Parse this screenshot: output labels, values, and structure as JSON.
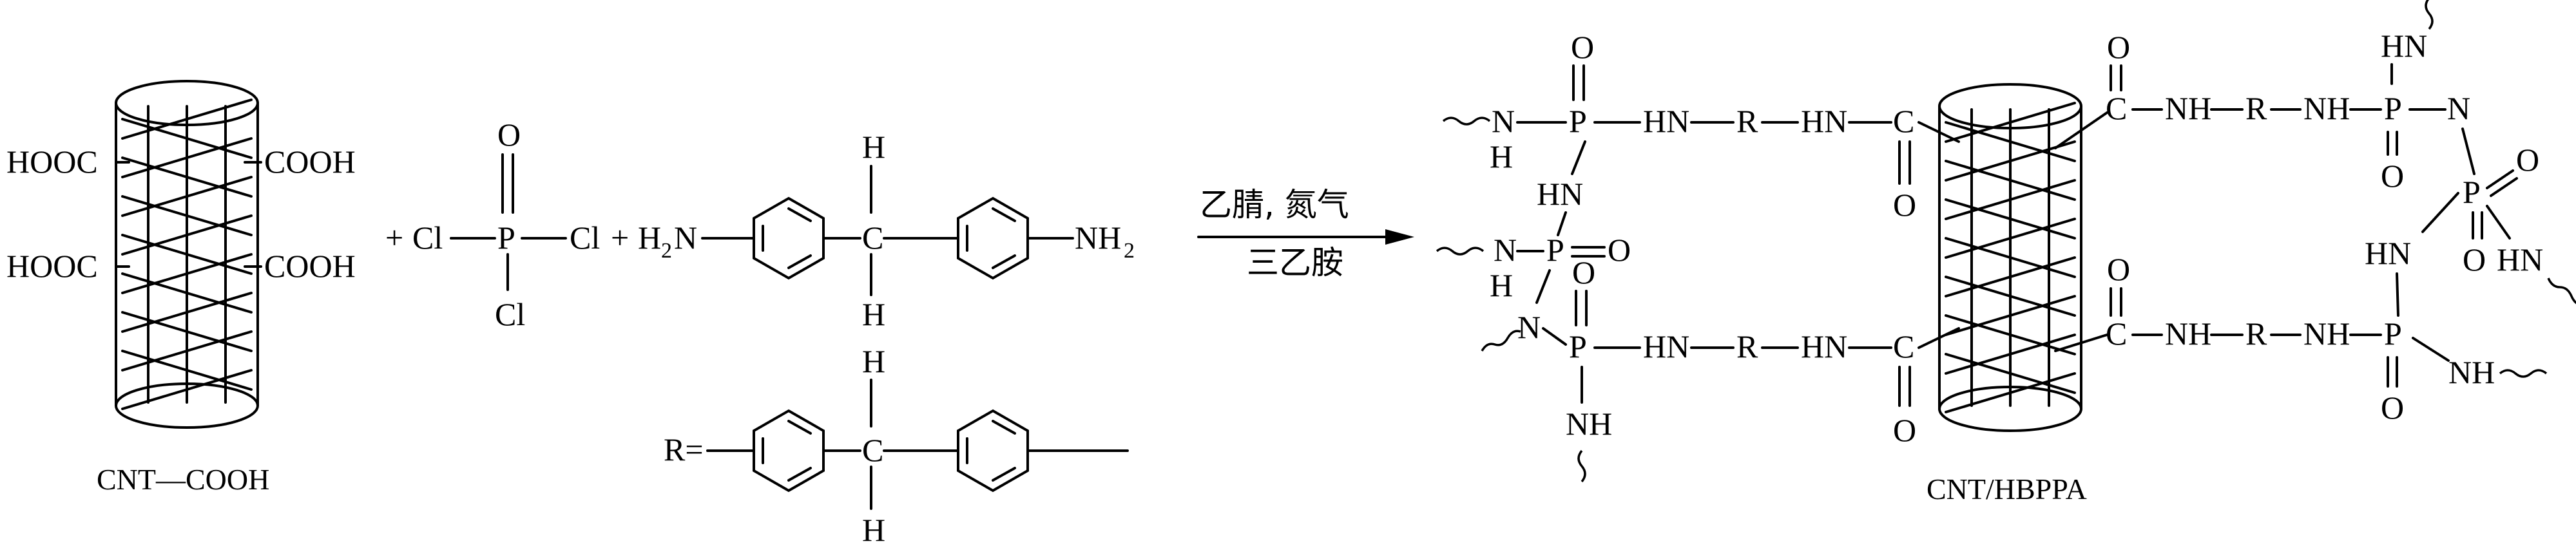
{
  "reactants": {
    "cnt_cooh": {
      "groups": [
        "HOOC",
        "COOH",
        "HOOC",
        "COOH"
      ],
      "caption": "CNT—COOH"
    },
    "pocl3": {
      "plus": "+",
      "cl_left": "Cl",
      "cl_right": "Cl",
      "cl_bottom": "Cl",
      "p": "P",
      "o": "O"
    },
    "mda": {
      "plus": "+",
      "h2n": "H",
      "h2n_sub": "2",
      "h2n_n": "N",
      "nh2_n": "NH",
      "nh2_sub": "2",
      "h_top": "H",
      "h_bottom": "H",
      "c": "C"
    }
  },
  "conditions": {
    "above": "乙腈, 氮气",
    "below": "三乙胺"
  },
  "r_definition": {
    "prefix": "R=",
    "c": "C",
    "h_top": "H",
    "h_bottom": "H"
  },
  "product": {
    "caption": "CNT/HBPPA",
    "labels": {
      "P": "P",
      "O": "O",
      "N": "N",
      "H": "H",
      "C": "C",
      "R": "R",
      "NH": "NH",
      "HN": "HN"
    }
  },
  "icons": {
    "nanotube": "carbon-nanotube-icon",
    "arrow": "reaction-arrow-icon",
    "benzene": "benzene-ring-icon"
  }
}
